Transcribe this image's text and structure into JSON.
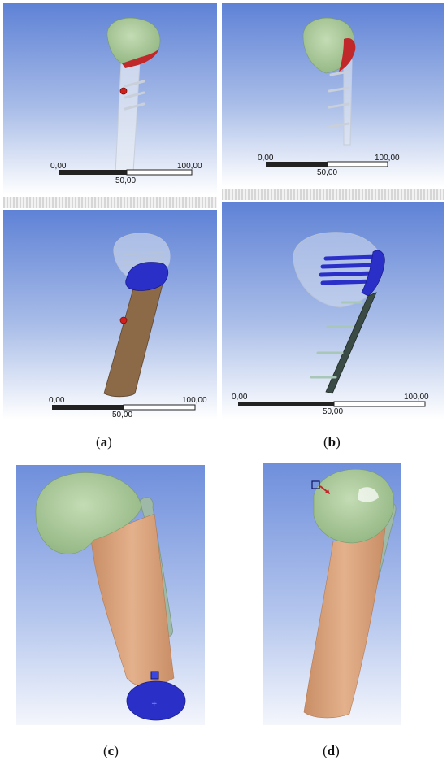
{
  "scalebars": {
    "a_top": {
      "left": "0,00",
      "mid": "50,00",
      "right": "100,00"
    },
    "b_top": {
      "left": "0,00",
      "mid": "50,00",
      "right": "100,00"
    },
    "a_bottom": {
      "left": "0,00",
      "mid": "50,00",
      "right": "100,00"
    },
    "b_bottom": {
      "left": "0,00",
      "mid": "50,00",
      "right": "100,00"
    }
  },
  "captions": {
    "a": "a",
    "b": "b",
    "c": "c",
    "d": "d"
  },
  "colors": {
    "background_top": "#5f82d6",
    "background_bottom": "#ffffff",
    "head_green": "#a9c99a",
    "cut_red": "#c0282a",
    "shaft_tan": "#d9a27b",
    "implant_blue": "#2a2fc8",
    "bone_brown": "#8c6a48",
    "plate_grey": "#9fb9a8"
  }
}
